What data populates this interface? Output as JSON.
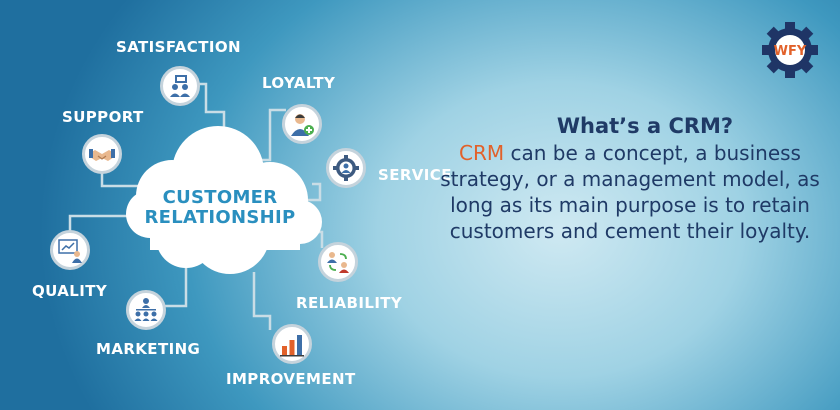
{
  "cloud": {
    "line1": "CUSTOMER",
    "line2": "RELATIONSHIP"
  },
  "nodes": {
    "satisfaction": {
      "label": "SATISFACTION",
      "icon": "team-board-icon"
    },
    "loyalty": {
      "label": "LOYALTY",
      "icon": "user-add-icon"
    },
    "support": {
      "label": "SUPPORT",
      "icon": "handshake-icon"
    },
    "service": {
      "label": "SERVICE",
      "icon": "gear-user-icon"
    },
    "quality": {
      "label": "QUALITY",
      "icon": "presentation-icon"
    },
    "reliability": {
      "label": "RELIABILITY",
      "icon": "people-exchange-icon"
    },
    "marketing": {
      "label": "MARKETING",
      "icon": "group-icon"
    },
    "improvement": {
      "label": "IMPROVEMENT",
      "icon": "bar-chart-icon"
    }
  },
  "info": {
    "title": "What’s a CRM?",
    "highlight": "CRM",
    "body": " can be a concept, a business strategy, or a management model, as long as its main purpose is to retain customers and cement their loyalty."
  },
  "logo": {
    "text": "WFY",
    "icon": "gear-logo-icon"
  },
  "colors": {
    "accent": "#e2612a",
    "text_dark": "#1f3a66",
    "cloud_text": "#2a8fbf",
    "logo_navy": "#1f3566"
  }
}
